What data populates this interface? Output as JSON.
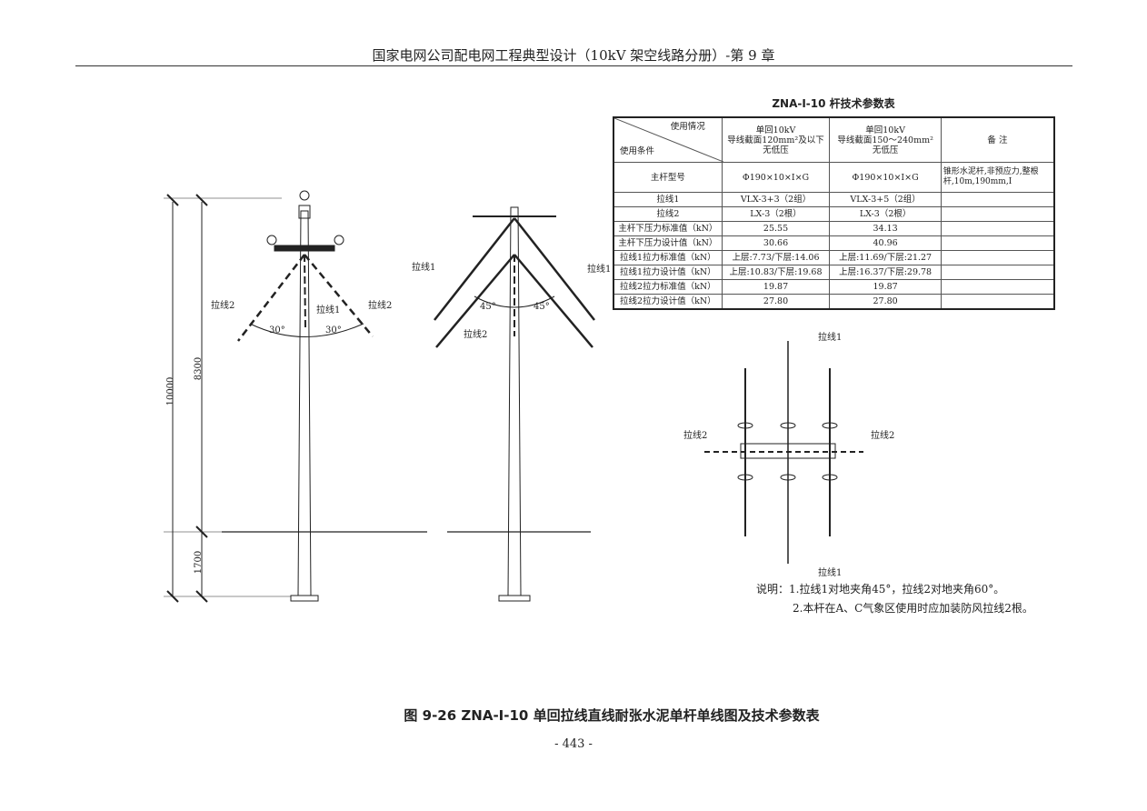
{
  "header": {
    "title": "国家电网公司配电网工程典型设计（10kV 架空线路分册）-第 9 章"
  },
  "table": {
    "title": "ZNA-I-10 杆技术参数表",
    "corner_top": "使用情况",
    "corner_bottom": "使用条件",
    "col1": [
      "单回10kV",
      "导线截面120mm²及以下",
      "无低压"
    ],
    "col2": [
      "单回10kV",
      "导线截面150～240mm²",
      "无低压"
    ],
    "col3": "备  注",
    "rows": [
      {
        "label": "主杆型号",
        "c1": "Φ190×10×I×G",
        "c2": "Φ190×10×I×G",
        "note": "锥形水泥杆,非预应力,整根杆,10m,190mm,I"
      },
      {
        "label": "拉线1",
        "c1": "VLX-3+3（2组）",
        "c2": "VLX-3+5（2组）",
        "note": ""
      },
      {
        "label": "拉线2",
        "c1": "LX-3（2根）",
        "c2": "LX-3（2根）",
        "note": ""
      },
      {
        "label": "主杆下压力标准值（kN）",
        "c1": "25.55",
        "c2": "34.13",
        "note": ""
      },
      {
        "label": "主杆下压力设计值（kN）",
        "c1": "30.66",
        "c2": "40.96",
        "note": ""
      },
      {
        "label": "拉线1拉力标准值（kN）",
        "c1": "上层:7.73/下层:14.06",
        "c2": "上层:11.69/下层:21.27",
        "note": ""
      },
      {
        "label": "拉线1拉力设计值（kN）",
        "c1": "上层:10.83/下层:19.68",
        "c2": "上层:16.37/下层:29.78",
        "note": ""
      },
      {
        "label": "拉线2拉力标准值（kN）",
        "c1": "19.87",
        "c2": "19.87",
        "note": ""
      },
      {
        "label": "拉线2拉力设计值（kN）",
        "c1": "27.80",
        "c2": "27.80",
        "note": ""
      }
    ]
  },
  "drawing": {
    "dim_total": "10000",
    "dim_above": "8300",
    "dim_below": "1700",
    "stay1": "拉线1",
    "stay2": "拉线2",
    "angle30": "30°",
    "angle45": "45°"
  },
  "notes": [
    "说明：1.拉线1对地夹角45°，拉线2对地夹角60°。",
    "2.本杆在A、C气象区使用时应加装防风拉线2根。"
  ],
  "caption": "图 9-26   ZNA-I-10 单回拉线直线耐张水泥单杆单线图及技术参数表",
  "page_number": "- 443 -"
}
